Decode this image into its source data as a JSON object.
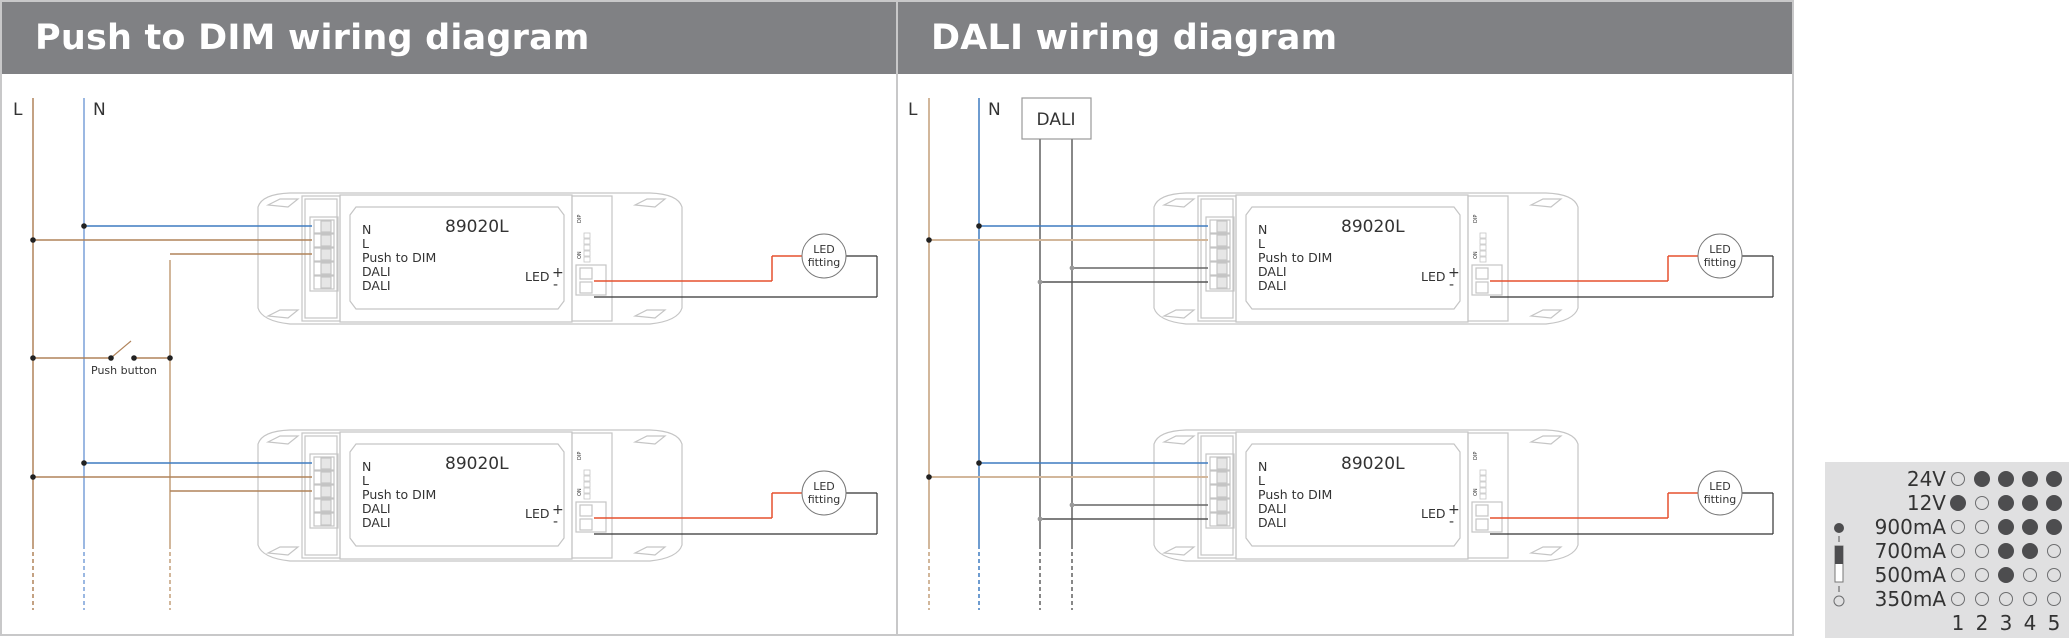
{
  "panels": [
    {
      "title": "Push to DIM wiring diagram",
      "mains_labels": {
        "live": "L",
        "neutral": "N"
      },
      "push_button_label": "Push button",
      "drivers": [
        {
          "model": "89020L",
          "terminals": [
            "N",
            "L",
            "Push to DIM",
            "DALI",
            "DALI"
          ],
          "led_label": "LED",
          "plus": "+",
          "minus": "-",
          "fitting": [
            "LED",
            "fitting"
          ]
        },
        {
          "model": "89020L",
          "terminals": [
            "N",
            "L",
            "Push to DIM",
            "DALI",
            "DALI"
          ],
          "led_label": "LED",
          "plus": "+",
          "minus": "-",
          "fitting": [
            "LED",
            "fitting"
          ]
        }
      ]
    },
    {
      "title": "DALI wiring diagram",
      "mains_labels": {
        "live": "L",
        "neutral": "N"
      },
      "controller_label": "DALI",
      "drivers": [
        {
          "model": "89020L",
          "terminals": [
            "N",
            "L",
            "Push to DIM",
            "DALI",
            "DALI"
          ],
          "led_label": "LED",
          "plus": "+",
          "minus": "-",
          "fitting": [
            "LED",
            "fitting"
          ]
        },
        {
          "model": "89020L",
          "terminals": [
            "N",
            "L",
            "Push to DIM",
            "DALI",
            "DALI"
          ],
          "led_label": "LED",
          "plus": "+",
          "minus": "-",
          "fitting": [
            "LED",
            "fitting"
          ]
        }
      ]
    }
  ],
  "dip_label": {
    "top": "DIP",
    "on": "ON",
    "numbers": [
      "1",
      "2",
      "3",
      "4",
      "5"
    ]
  },
  "dip_table": {
    "columns": [
      "1",
      "2",
      "3",
      "4",
      "5"
    ],
    "rows": [
      {
        "label": "24V",
        "states": [
          0,
          1,
          1,
          1,
          1
        ]
      },
      {
        "label": "12V",
        "states": [
          1,
          0,
          1,
          1,
          1
        ]
      },
      {
        "label": "900mA",
        "states": [
          0,
          0,
          1,
          1,
          1
        ]
      },
      {
        "label": "700mA",
        "states": [
          0,
          0,
          1,
          1,
          0
        ]
      },
      {
        "label": "500mA",
        "states": [
          0,
          0,
          1,
          0,
          0
        ]
      },
      {
        "label": "350mA",
        "states": [
          0,
          0,
          0,
          0,
          0
        ]
      }
    ],
    "legend": {
      "filled": "on",
      "empty": "off"
    }
  },
  "colors": {
    "header_bg": "#808184",
    "live": "#b0835a",
    "live_light": "#d2b79b",
    "neutral": "#3f7cc0",
    "neutral_light": "#9bb8e2",
    "led_positive": "#e5502f",
    "led_negative": "#333333",
    "dali_bus": "#888888",
    "outline": "#c5c5c5",
    "dip_bg": "#e0e0e1",
    "dip_dot": "#4d4d4f"
  }
}
